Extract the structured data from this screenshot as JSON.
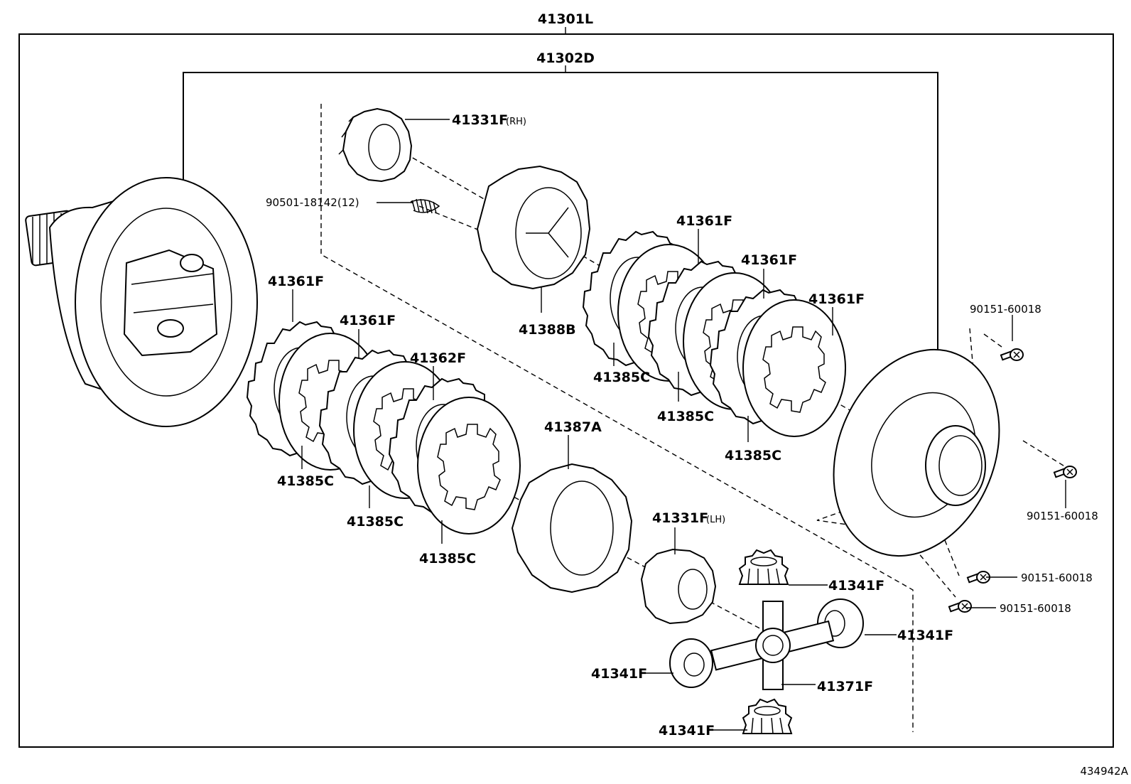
{
  "labels": {
    "assembly": "41301L",
    "subassembly": "41302D",
    "p41331f_rh": "41331F",
    "rh": "(RH)",
    "p90501": "90501-18142(12)",
    "p41388b": "41388B",
    "p41361f_a": "41361F",
    "p41361f_b": "41361F",
    "p41361f_c": "41361F",
    "p41361f_d": "41361F",
    "p41361f_e": "41361F",
    "p41362f": "41362F",
    "p41385c_a": "41385C",
    "p41385c_b": "41385C",
    "p41385c_c": "41385C",
    "p41385c_d": "41385C",
    "p41385c_e": "41385C",
    "p41385c_f": "41385C",
    "p41387a": "41387A",
    "p41331f_lh": "41331F",
    "lh": "(LH)",
    "p41341f_a": "41341F",
    "p41341f_b": "41341F",
    "p41341f_c": "41341F",
    "p41341f_d": "41341F",
    "p41371f": "41371F",
    "p90151_a": "90151-60018",
    "p90151_b": "90151-60018",
    "p90151_c": "90151-60018",
    "p90151_d": "90151-60018",
    "diagram_id": "434942A"
  },
  "colors": {
    "ink": "#000000",
    "paper": "#ffffff"
  }
}
